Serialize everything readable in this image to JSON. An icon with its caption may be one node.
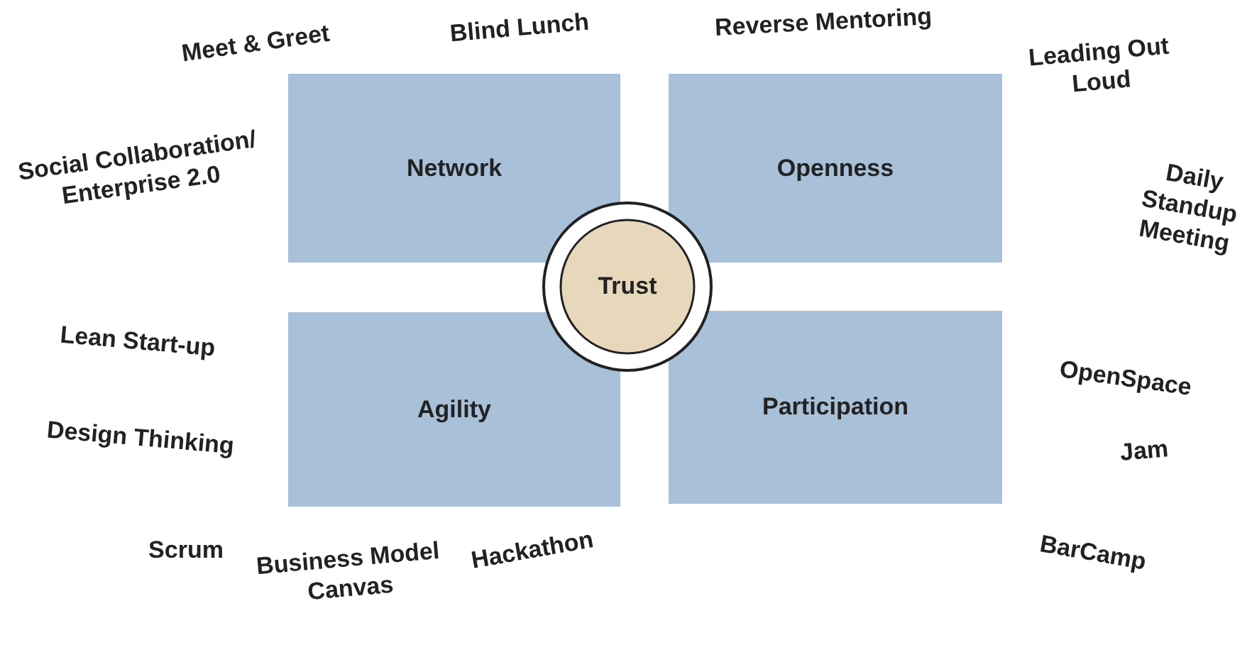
{
  "diagram": {
    "nodes": [
      {
        "text": [
          "Network"
        ]
      },
      {
        "text": [
          "Openness"
        ]
      },
      {
        "text": [
          "Trust"
        ]
      },
      {
        "text": [
          "Agility"
        ]
      },
      {
        "text": [
          "Participation"
        ]
      }
    ],
    "labels": [
      "Meet & Greet",
      "Blind Lunch",
      "Reverse Mentoring",
      "Leading Out Loud",
      "Social Collaboration/ Enterprise 2.0",
      "Daily Standup Meeting",
      "Lean Start-up",
      "OpenSpace",
      "Design Thinking",
      "Jam",
      "Scrum",
      "Business Model Canvas",
      "Hackathon",
      "BarCamp"
    ]
  }
}
